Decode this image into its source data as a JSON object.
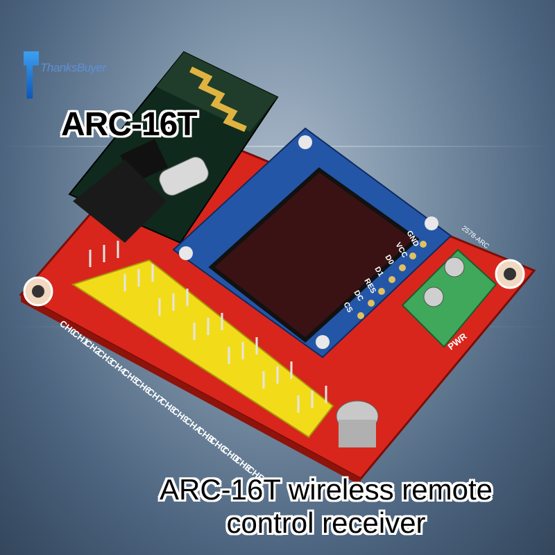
{
  "brand": {
    "logo_text": "ThanksBuyer"
  },
  "product": {
    "model_label": "ARC-16T",
    "caption_line1": "ARC-16T wireless remote",
    "caption_line2": "control receiver"
  },
  "board": {
    "channel_labels": [
      "CH0",
      "CH1",
      "CH2",
      "CH3",
      "CH4",
      "CH5",
      "CH6",
      "CH7",
      "CH8",
      "CH9",
      "CHA",
      "CHB",
      "CHC",
      "CHD",
      "CHE",
      "CHF"
    ],
    "oled_pins": [
      "GND",
      "VCC",
      "D0",
      "D1",
      "RES",
      "DC",
      "CS"
    ],
    "power_label": "PWR",
    "board_code": "2578-ARC",
    "colors": {
      "pcb": "#d8261c",
      "pin_header": "#f2dc1a",
      "oled_module": "#2456a8",
      "terminal": "#3fa85a"
    }
  }
}
